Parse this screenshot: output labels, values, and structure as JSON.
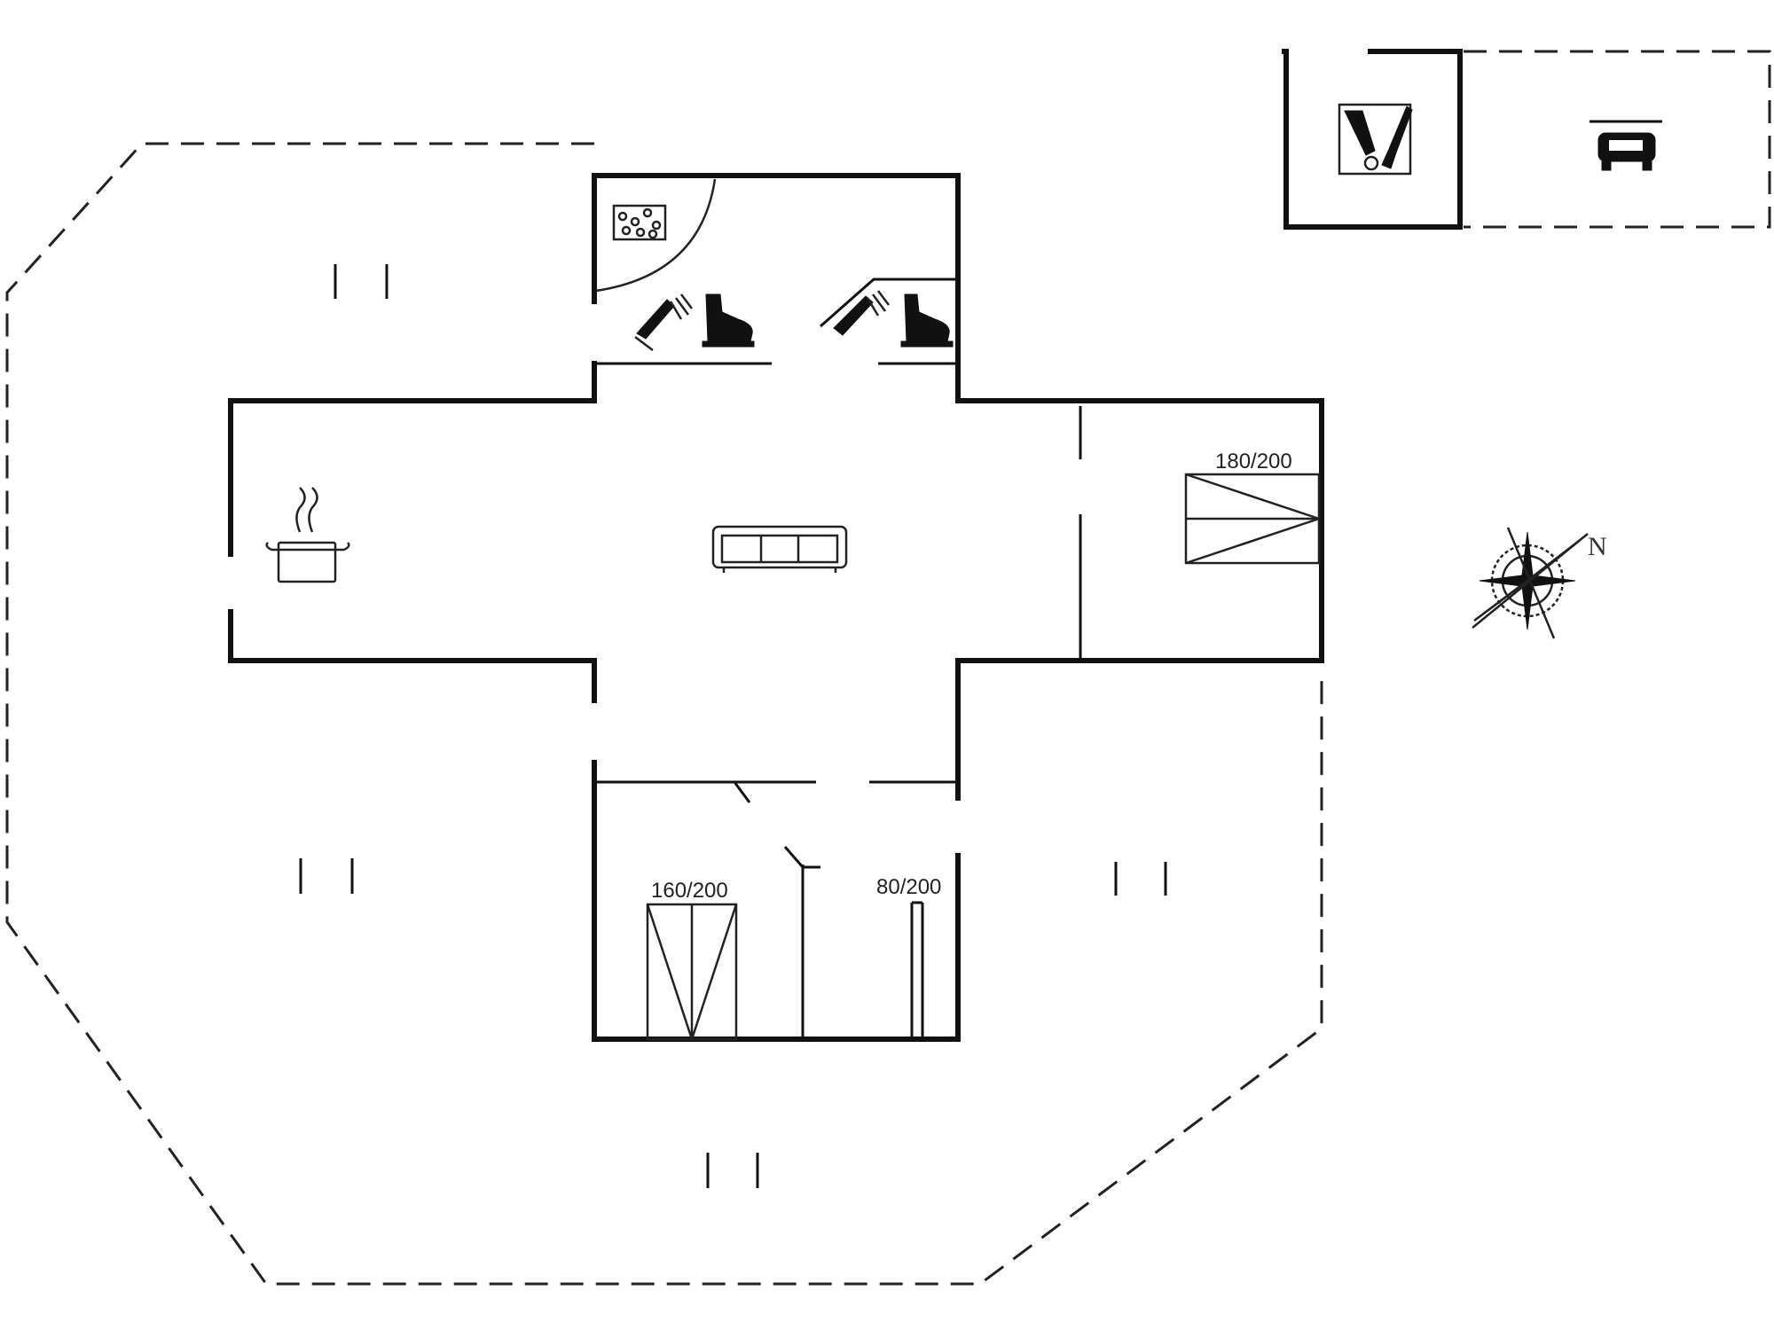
{
  "floorplan": {
    "bed_sizes": {
      "master": "180/200",
      "double": "160/200",
      "single": "80/200"
    },
    "compass": {
      "north_label": "N"
    },
    "icons": [
      "kitchen-pot-icon",
      "sofa-icon",
      "sauna-icon",
      "shower-icon",
      "toilet-icon",
      "bed-icon",
      "car-icon",
      "garden-tools-icon",
      "compass-rose-icon",
      "terrace-marker-icon"
    ]
  }
}
